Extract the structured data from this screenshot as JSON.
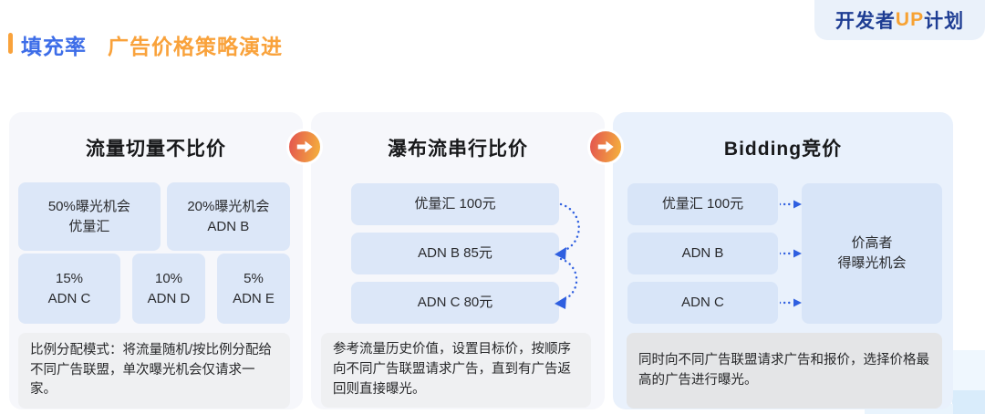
{
  "header": {
    "section_label": "填充率",
    "title": "广告价格策略演进"
  },
  "badge": {
    "part1": "开发者",
    "part2": "UP",
    "part3": "计划"
  },
  "panels": [
    {
      "title": "流量切量不比价",
      "row1": [
        {
          "line1": "50%曝光机会",
          "line2": "优量汇"
        },
        {
          "line1": "20%曝光机会",
          "line2": "ADN B"
        }
      ],
      "row2": [
        {
          "line1": "15%",
          "line2": "ADN C"
        },
        {
          "line1": "10%",
          "line2": "ADN D"
        },
        {
          "line1": "5%",
          "line2": "ADN E"
        }
      ],
      "note": "比例分配模式：将流量随机/按比例分配给不同广告联盟，单次曝光机会仅请求一家。"
    },
    {
      "title": "瀑布流串行比价",
      "cards": [
        "优量汇 100元",
        "ADN B 85元",
        "ADN C 80元"
      ],
      "note": "参考流量历史价值，设置目标价，按顺序向不同广告联盟请求广告，直到有广告返回则直接曝光。"
    },
    {
      "title": "Bidding竞价",
      "cards": [
        "优量汇 100元",
        "ADN B",
        "ADN C"
      ],
      "result": {
        "line1": "价高者",
        "line2": "得曝光机会"
      },
      "note": "同时向不同广告联盟请求广告和报价，选择价格最高的广告进行曝光。"
    }
  ],
  "colors": {
    "accent_orange": "#F9A23B",
    "accent_blue": "#3D6DE8",
    "panel_bg": "#F6F7FB",
    "panel3_bg": "#E9F1FC",
    "card_bg": "#DCE7F8",
    "card3_bg": "#D8E5F8",
    "note_bg": "#EFF0F2",
    "note3_bg": "#E4E5E7",
    "badge_bg": "#EAF1FA",
    "badge_navy": "#1E3D93",
    "badge_orange": "#F7A233",
    "dotted_blue": "#2F5FE0",
    "flow_gradient_start": "#E55D4E",
    "flow_gradient_end": "#F3A93E"
  }
}
